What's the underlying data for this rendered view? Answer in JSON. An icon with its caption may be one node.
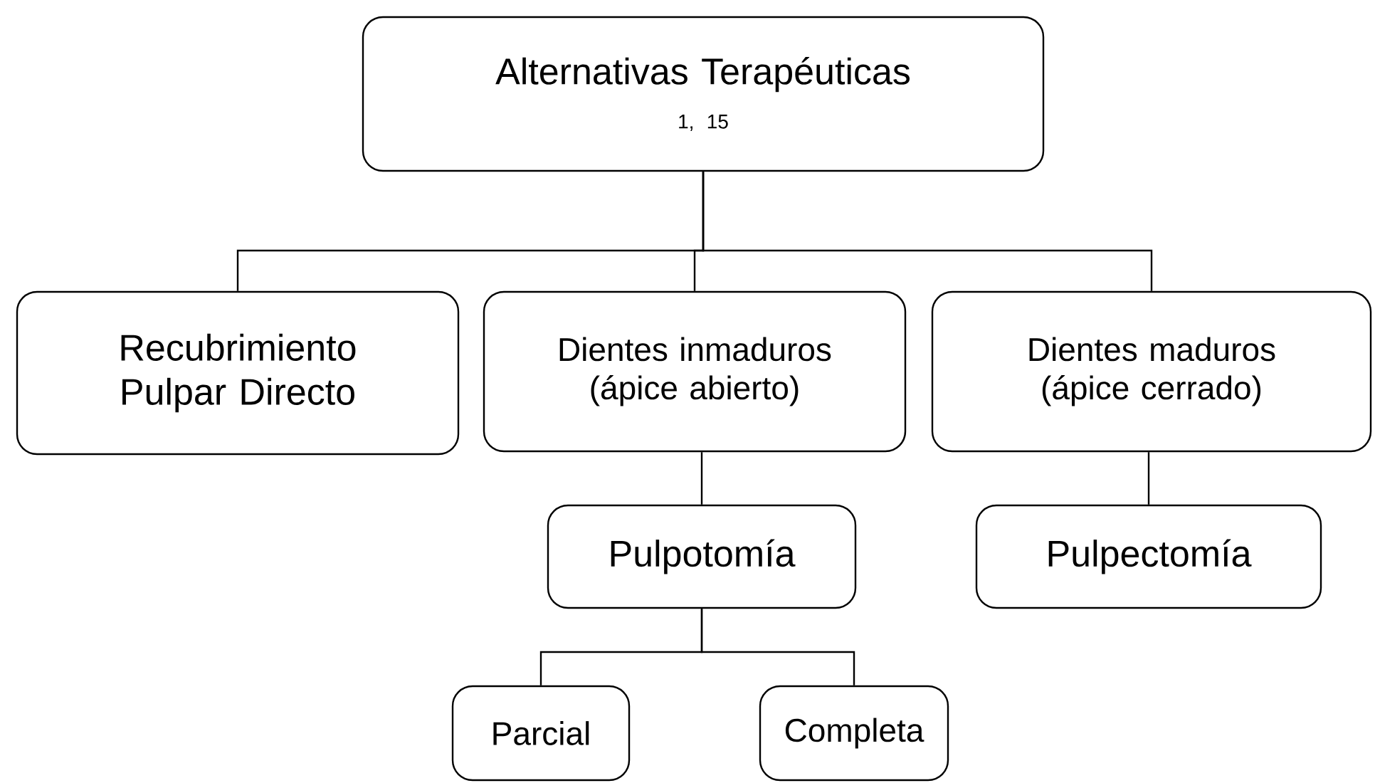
{
  "diagram": {
    "nodes": [
      {
        "text": [
          "Alternativas Terapéuticas",
          "1, 15"
        ]
      },
      {
        "text": [
          "Recubrimiento Pulpar Directo"
        ]
      },
      {
        "text": [
          "Dientes inmaduros (ápice abierto)"
        ]
      },
      {
        "text": [
          "Dientes maduros (ápice cerrado)"
        ]
      },
      {
        "text": [
          "Pulpotomía"
        ]
      },
      {
        "text": [
          "Pulpectomía"
        ]
      },
      {
        "text": [
          "Parcial"
        ]
      },
      {
        "text": [
          "Completa"
        ]
      }
    ],
    "edges": [
      {
        "from": 0,
        "to": 1,
        "arrow": "none"
      },
      {
        "from": 0,
        "to": 2,
        "arrow": "none"
      },
      {
        "from": 0,
        "to": 3,
        "arrow": "none"
      },
      {
        "from": 2,
        "to": 4,
        "arrow": "none"
      },
      {
        "from": 3,
        "to": 5,
        "arrow": "none"
      },
      {
        "from": 4,
        "to": 6,
        "arrow": "none"
      },
      {
        "from": 4,
        "to": 7,
        "arrow": "none"
      }
    ]
  }
}
